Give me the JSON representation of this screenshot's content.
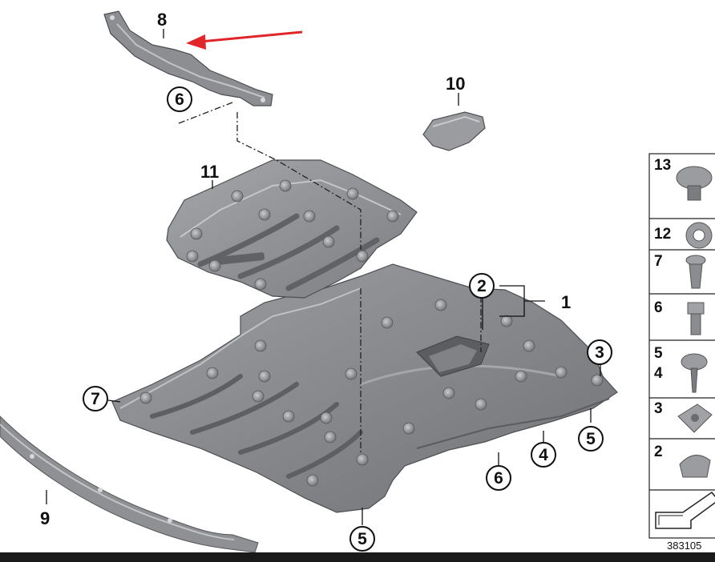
{
  "diagram_number": "383105",
  "callouts": {
    "c1": "1",
    "c2": "2",
    "c3": "3",
    "c4": "4",
    "c5a": "5",
    "c5b": "5",
    "c6a": "6",
    "c6b": "6",
    "c7": "7",
    "c8": "8",
    "c9": "9",
    "c10": "10",
    "c11": "11"
  },
  "panel": {
    "p13": "13",
    "p12": "12",
    "p7": "7",
    "p6": "6",
    "p5": "5",
    "p4": "4",
    "p3": "3",
    "p2": "2"
  },
  "colors": {
    "part_fill": "#8a8c8f",
    "part_dark": "#6a6c6f",
    "part_light": "#b4b6b9",
    "arrow": "#e0262b"
  }
}
